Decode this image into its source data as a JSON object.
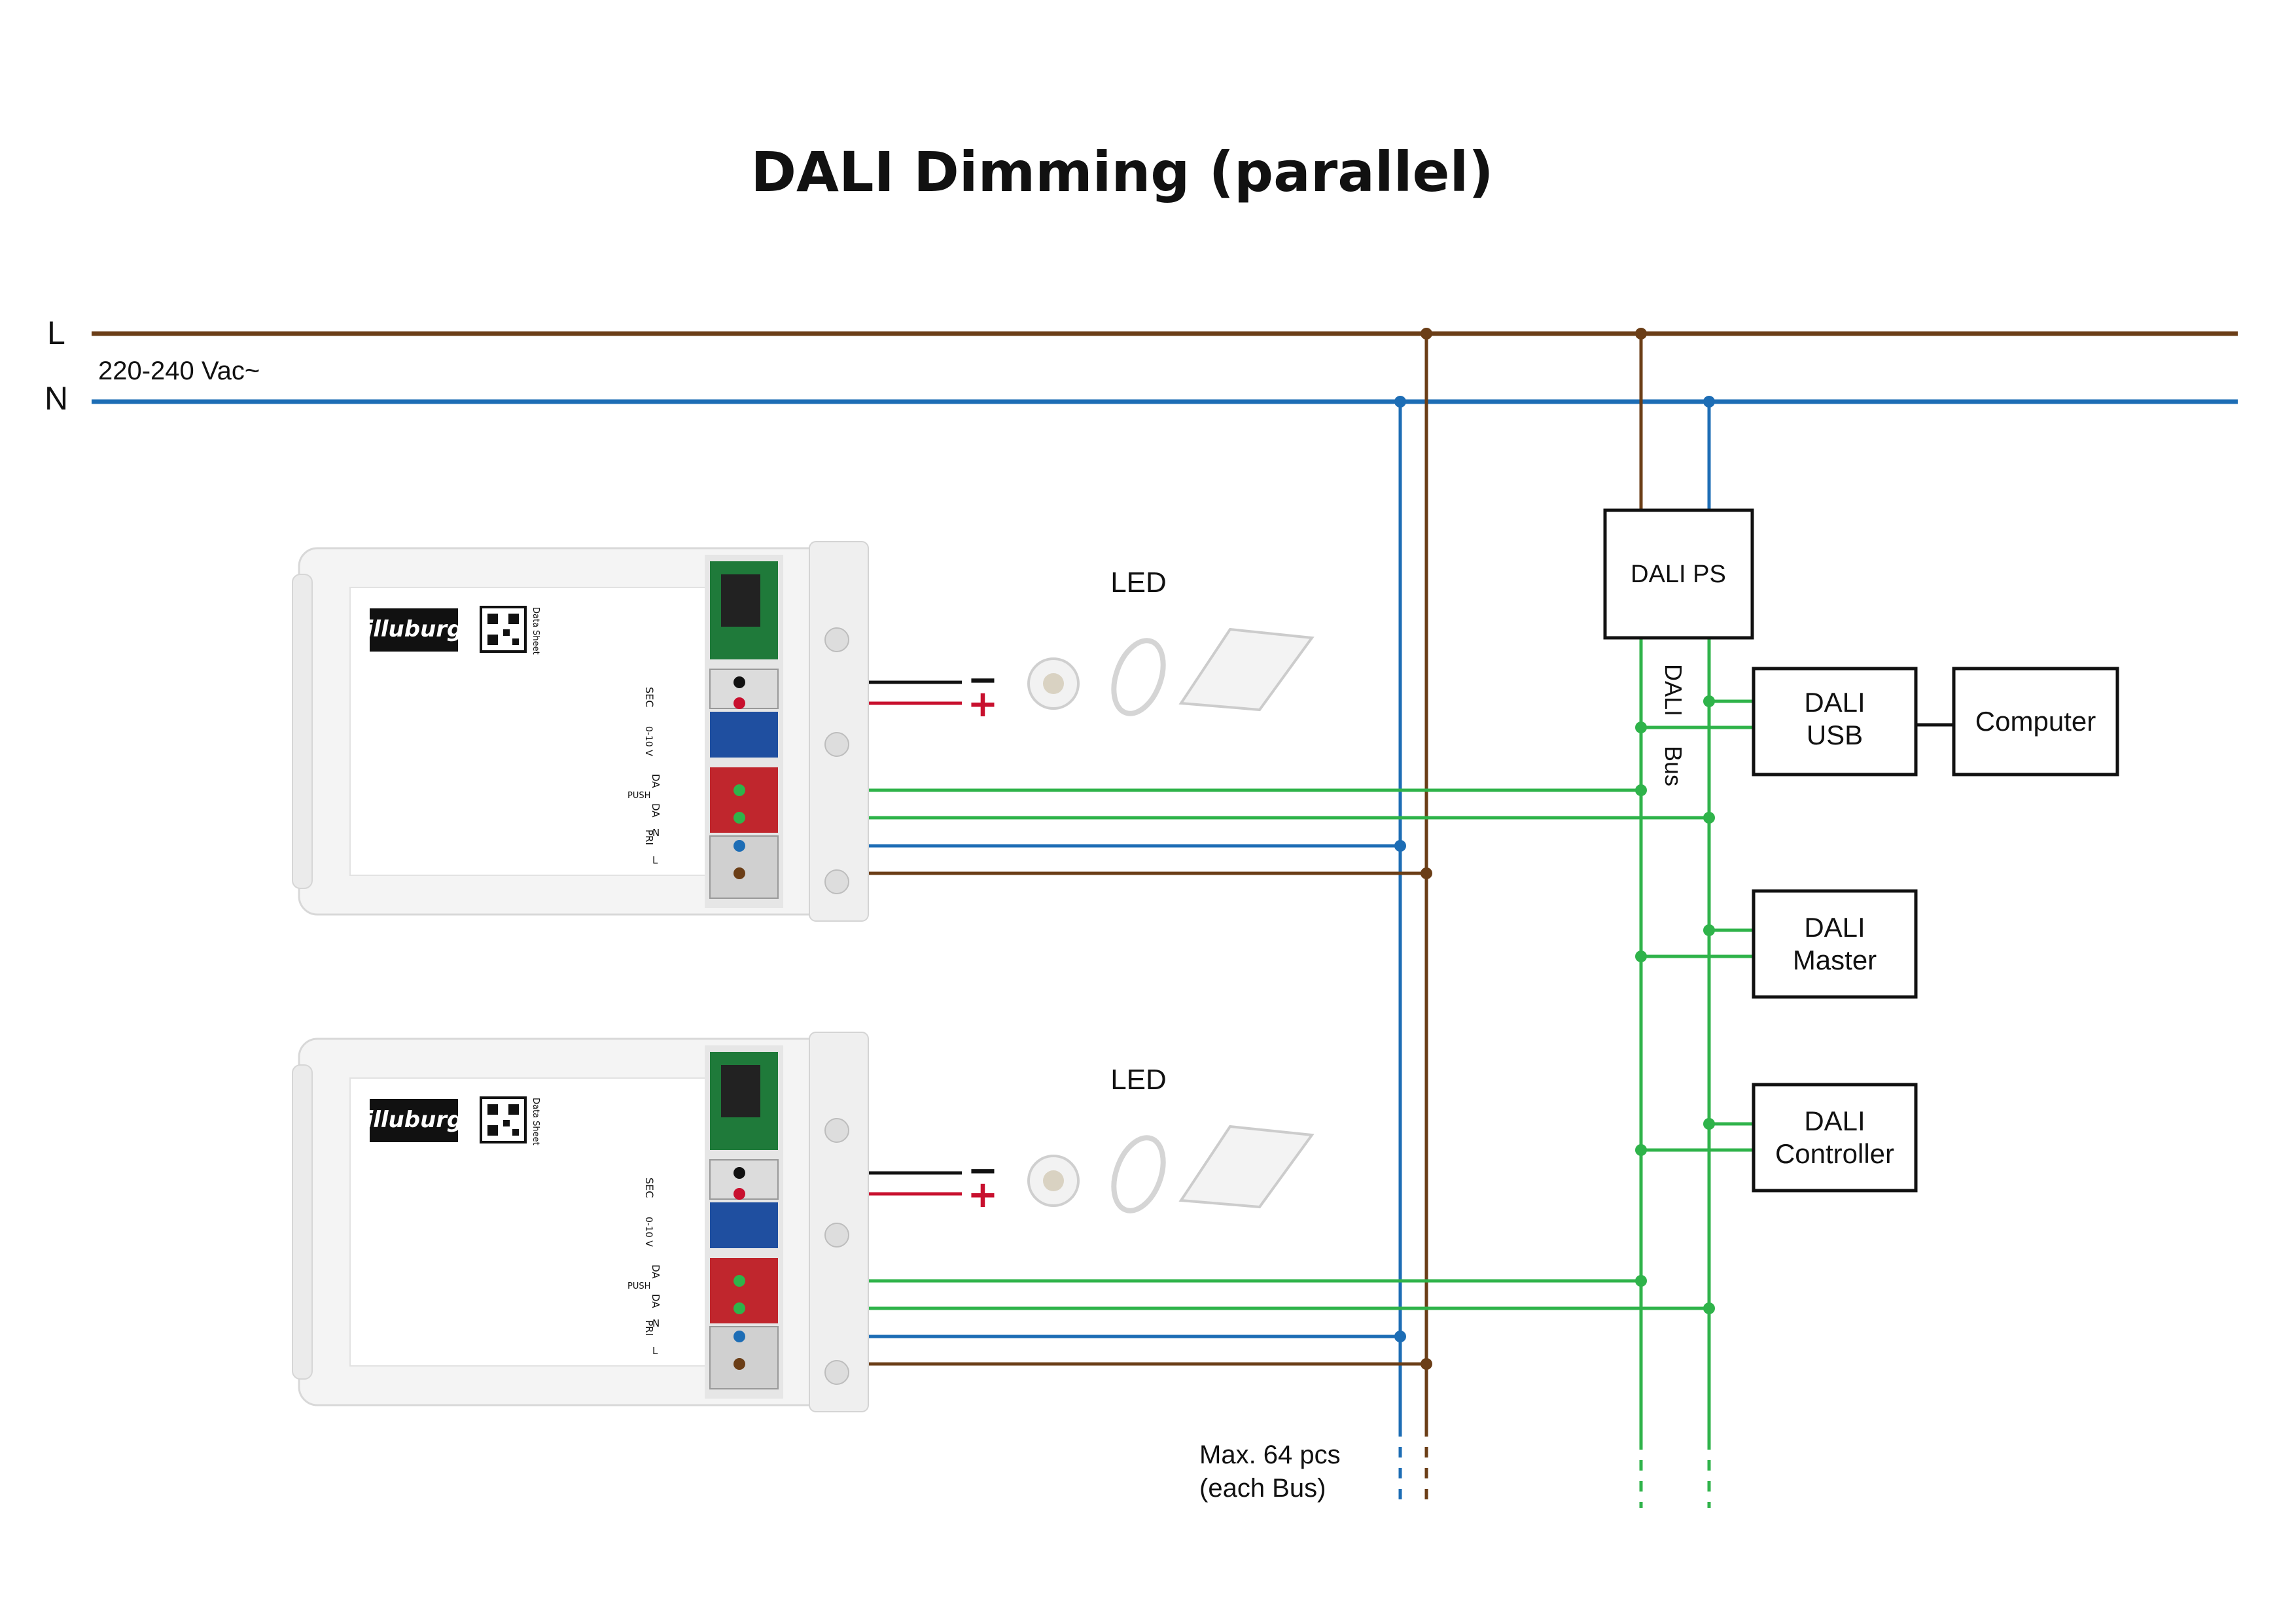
{
  "title": "DALI Dimming (parallel)",
  "mains": {
    "line_label": "L",
    "neutral_label": "N",
    "voltage_label": "220-240 Vac~"
  },
  "colors": {
    "line": "#6b3e17",
    "neutral": "#1d6db5",
    "dali": "#2fb34a",
    "plus": "#c8102e",
    "minus": "#111111",
    "box_stroke": "#111111"
  },
  "drivers": [
    {
      "brand": "illuburg",
      "qr_caption": "Data Sheet",
      "terminal_labels": [
        "SEC",
        "0-10 V",
        "PUSH",
        "DA",
        "DA",
        "N",
        "L",
        "PRI"
      ],
      "output_minus": "−",
      "output_plus": "+",
      "led_label": "LED"
    },
    {
      "brand": "illuburg",
      "qr_caption": "Data Sheet",
      "terminal_labels": [
        "SEC",
        "0-10 V",
        "PUSH",
        "DA",
        "DA",
        "N",
        "L",
        "PRI"
      ],
      "output_minus": "−",
      "output_plus": "+",
      "led_label": "LED"
    }
  ],
  "blocks": {
    "dali_ps": "DALI PS",
    "dali_usb_line1": "DALI",
    "dali_usb_line2": "USB",
    "computer": "Computer",
    "dali_master_line1": "DALI",
    "dali_master_line2": "Master",
    "dali_controller_line1": "DALI",
    "dali_controller_line2": "Controller"
  },
  "bus_label_line1": "DALI",
  "bus_label_line2": "Bus",
  "footnote_line1": "Max. 64 pcs",
  "footnote_line2": "(each Bus)"
}
